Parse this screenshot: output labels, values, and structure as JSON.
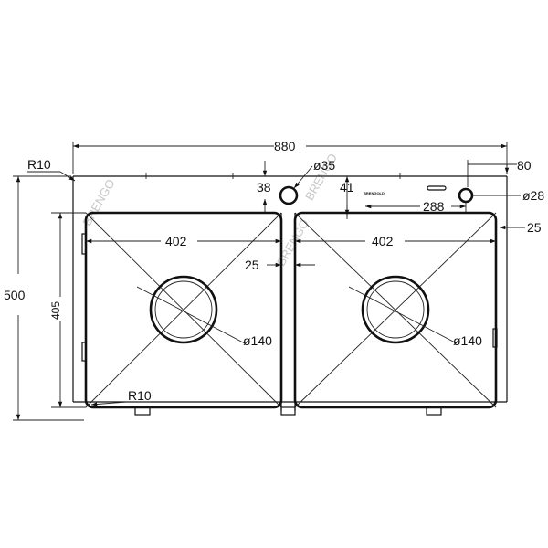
{
  "dimensions": {
    "overall_width": "880",
    "right_offset": "80",
    "corner_radius_top": "R10",
    "tap_hole_diameter": "ø35",
    "tap_hole_offset": "38",
    "accessory_offset": "41",
    "accessory_diameter": "ø28",
    "accessory_distance": "288",
    "right_margin": "25",
    "left_bowl_width": "402",
    "right_bowl_width": "402",
    "divider_width": "25",
    "left_drain_diameter": "ø140",
    "right_drain_diameter": "ø140",
    "overall_depth": "500",
    "bowl_depth": "405",
    "corner_radius_bottom": "R10"
  },
  "brand_mark": "BRENGOLD",
  "watermark": "BRENGO"
}
